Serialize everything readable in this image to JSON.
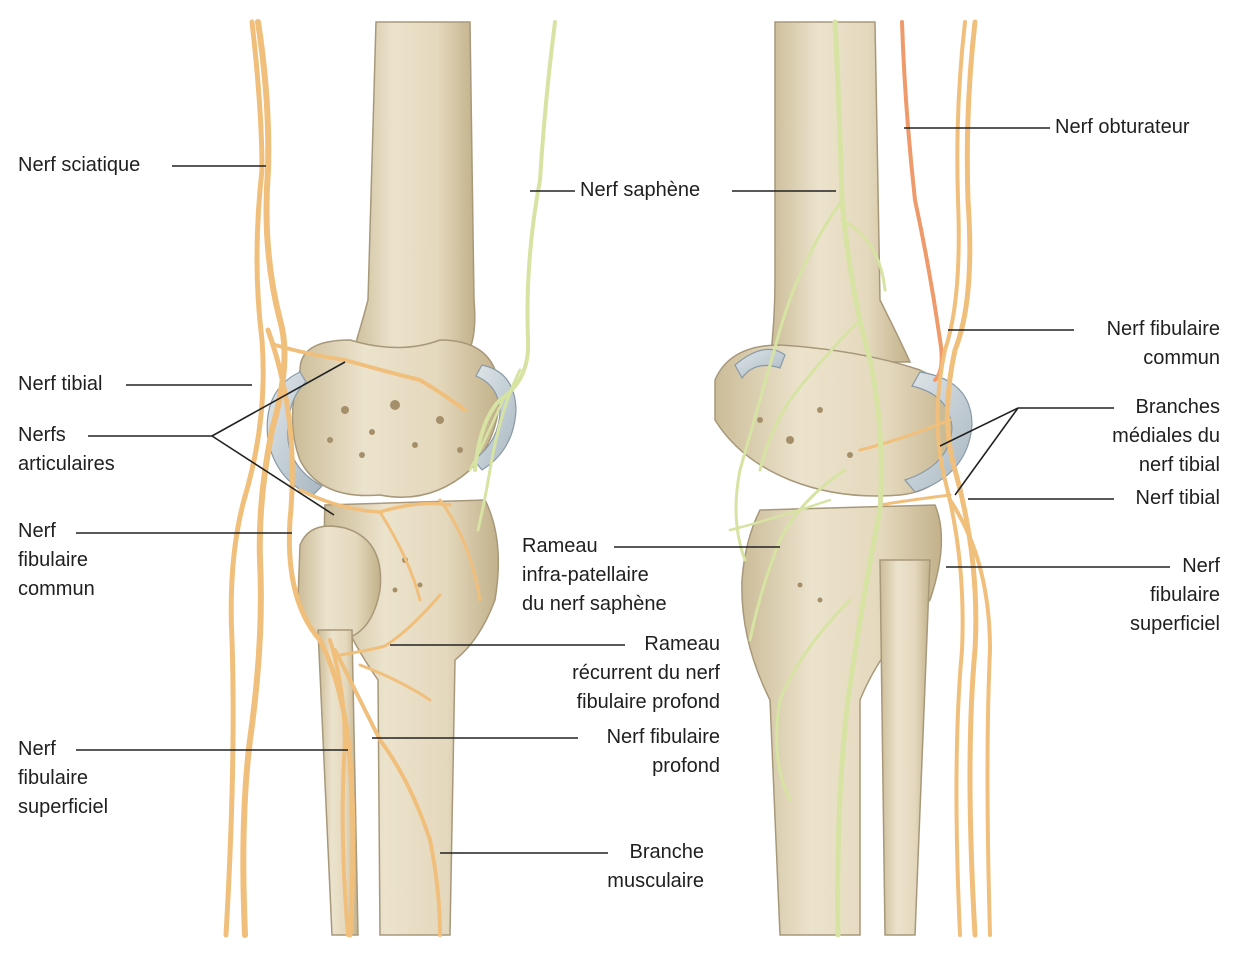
{
  "colors": {
    "bone": "#e6dcc4",
    "bone_shadow": "#c9b992",
    "cartilage": "#c9d4dc",
    "nerve_orange": "#f2c07c",
    "nerve_orange_edge": "#d9954a",
    "nerve_green": "#d6e3a2",
    "nerve_green_edge": "#a9bd62",
    "obturator": "#ef9a6a",
    "leader": "#222222"
  },
  "labels": {
    "nerf_sciatique": "Nerf sciatique",
    "nerf_tibial_left": "Nerf tibial",
    "nerfs_articulaires": "Nerfs\narticulaires",
    "nerf_fibulaire_commun_left": "Nerf\nfibulaire\ncommun",
    "nerf_fibulaire_superficiel_left": "Nerf\nfibulaire\nsuperficiel",
    "nerf_saphene": "Nerf saphène",
    "rameau_infra_patellaire": "Rameau\ninfra-patellaire\ndu nerf saphène",
    "rameau_recurrent": "Rameau\nrécurrent du nerf\nfibulaire profond",
    "nerf_fibulaire_profond": "Nerf fibulaire\nprofond",
    "branche_musculaire": "Branche\nmusculaire",
    "nerf_obturateur": "Nerf obturateur",
    "nerf_fibulaire_commun_right": "Nerf fibulaire\ncommun",
    "branches_mediales": "Branches\nmédiales du\nnerf tibial",
    "nerf_tibial_right": "Nerf tibial",
    "nerf_fibulaire_superficiel_right": "Nerf\nfibulaire\nsuperficiel"
  }
}
